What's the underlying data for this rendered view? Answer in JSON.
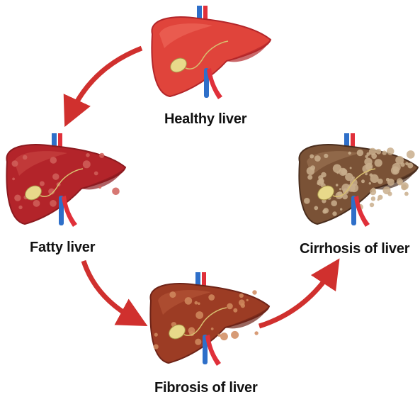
{
  "stages": [
    {
      "id": "healthy",
      "label": "Healthy liver",
      "colors": {
        "base": "#e0443b",
        "dark": "#b3262a",
        "light": "#f07060",
        "spots": "#e36a58"
      }
    },
    {
      "id": "fatty",
      "label": "Fatty liver",
      "colors": {
        "base": "#b3242a",
        "dark": "#8c1a1f",
        "light": "#cc4a45",
        "spots": "#d0605a"
      }
    },
    {
      "id": "cirrhosis",
      "label": "Cirrhosis of liver",
      "colors": {
        "base": "#7a5236",
        "dark": "#4a2e1e",
        "light": "#a27a5a",
        "spots": "#c9ae8c"
      }
    },
    {
      "id": "fibrosis",
      "label": "Fibrosis of liver",
      "colors": {
        "base": "#9c3c24",
        "dark": "#6e2418",
        "light": "#b95a3a",
        "spots": "#d08a5e"
      }
    }
  ],
  "vessels": {
    "artery": "#e0303a",
    "vein": "#2e6fc9"
  },
  "gallbladder": "#e8d98a",
  "arrow_color": "#d0302e"
}
